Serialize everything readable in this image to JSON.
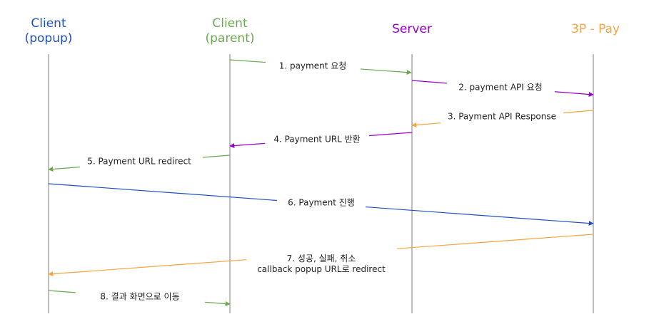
{
  "actors": [
    {
      "id": "popup",
      "lines": [
        "Client",
        "(popup)"
      ],
      "color": "#1f4fbf"
    },
    {
      "id": "parent",
      "lines": [
        "Client",
        "(parent)"
      ],
      "color": "#6aa84f"
    },
    {
      "id": "server",
      "lines": [
        "Server"
      ],
      "color": "#9900cc"
    },
    {
      "id": "pay",
      "lines": [
        "3P - Pay"
      ],
      "color": "#f6a340"
    }
  ],
  "messages": [
    {
      "from": "parent",
      "to": "server",
      "lines": [
        "1. payment 요청"
      ],
      "color": "#6aa84f"
    },
    {
      "from": "server",
      "to": "pay",
      "lines": [
        "2. payment API 요청"
      ],
      "color": "#9900cc"
    },
    {
      "from": "pay",
      "to": "server",
      "lines": [
        "3. Payment API Response"
      ],
      "color": "#f6a340"
    },
    {
      "from": "server",
      "to": "parent",
      "lines": [
        "4. Payment URL 반환"
      ],
      "color": "#9900cc"
    },
    {
      "from": "parent",
      "to": "popup",
      "lines": [
        "5. Payment URL redirect"
      ],
      "color": "#6aa84f"
    },
    {
      "from": "popup",
      "to": "pay",
      "lines": [
        "6. Payment 진행"
      ],
      "color": "#1f4fbf"
    },
    {
      "from": "pay",
      "to": "popup",
      "lines": [
        "7. 성공, 실패, 취소",
        "callback popup URL로 redirect"
      ],
      "color": "#f6a340"
    },
    {
      "from": "popup",
      "to": "parent",
      "lines": [
        "8. 결과 화면으로 이동"
      ],
      "color": "#6aa84f"
    }
  ]
}
